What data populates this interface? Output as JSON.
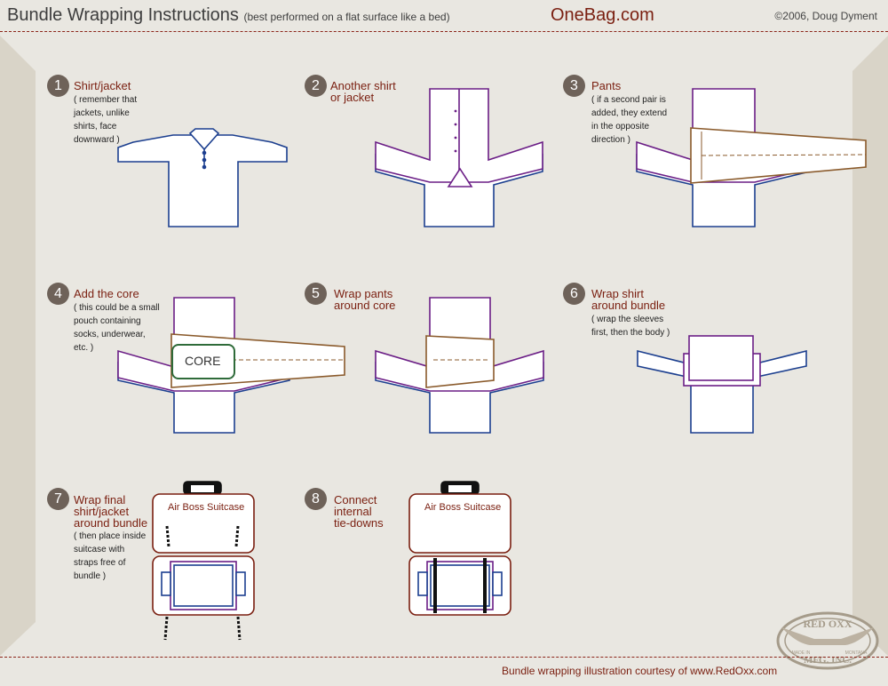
{
  "header": {
    "title": "Bundle Wrapping Instructions",
    "subtitle": "(best performed on a flat surface like a bed)",
    "brand": "OneBag.com",
    "copyright": "©2006, Doug Dyment"
  },
  "steps": [
    {
      "number": "1",
      "title": [
        "Shirt/jacket"
      ],
      "note": [
        "( remember that",
        "jackets, unlike",
        "shirts, face",
        "downward )"
      ]
    },
    {
      "number": "2",
      "title": [
        "Another shirt",
        "or jacket"
      ],
      "note": []
    },
    {
      "number": "3",
      "title": [
        "Pants"
      ],
      "note": [
        "( if a second pair is",
        "added, they extend",
        "in the opposite",
        "direction )"
      ]
    },
    {
      "number": "4",
      "title": [
        "Add the core"
      ],
      "note": [
        "( this could be a small",
        "pouch containing",
        "socks, underwear,",
        "etc. )"
      ]
    },
    {
      "number": "5",
      "title": [
        "Wrap pants",
        "around core"
      ],
      "note": []
    },
    {
      "number": "6",
      "title": [
        "Wrap shirt",
        "around bundle"
      ],
      "note": [
        "( wrap the sleeves",
        "first, then the body )"
      ]
    },
    {
      "number": "7",
      "title": [
        "Wrap final",
        "shirt/jacket",
        "around bundle"
      ],
      "note": [
        "( then place inside",
        "suitcase with",
        "straps free of",
        "bundle )"
      ]
    },
    {
      "number": "8",
      "title": [
        "Connect",
        "internal",
        "tie-downs"
      ],
      "note": []
    }
  ],
  "core_label": "CORE",
  "suitcase_label": "Air Boss Suitcase",
  "footer": {
    "credit": "Bundle wrapping illustration courtesy of www.RedOxx.com"
  },
  "logo": {
    "line1": "RED OXX",
    "line2": "MFG. INC.",
    "small1": "MADE IN",
    "small2": "MONTANA"
  },
  "colors": {
    "accent": "#7a1f10",
    "shirt_blue": "#1c3f8f",
    "shirt_purple": "#6b1e86",
    "pants_brown": "#8a5a2b",
    "core_green": "#2f6b3a"
  }
}
